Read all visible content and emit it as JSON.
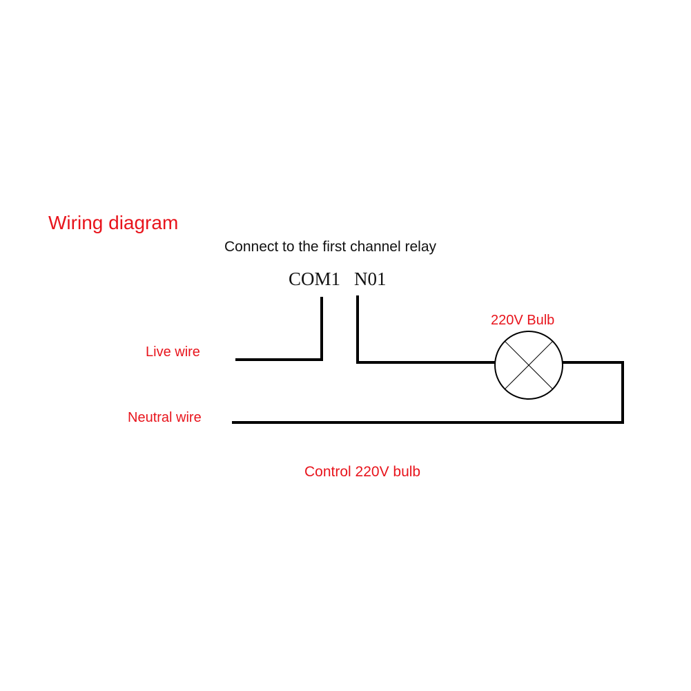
{
  "diagram": {
    "title": "Wiring diagram",
    "subtitle": "Connect to the first channel relay",
    "terminals": {
      "com": "COM1",
      "no": "N01"
    },
    "labels": {
      "bulb": "220V Bulb",
      "live": "Live wire",
      "neutral": "Neutral wire",
      "caption": "Control 220V bulb"
    }
  },
  "colors": {
    "label_red": "#e8141c",
    "text_black": "#111111",
    "wire": "#000000"
  }
}
